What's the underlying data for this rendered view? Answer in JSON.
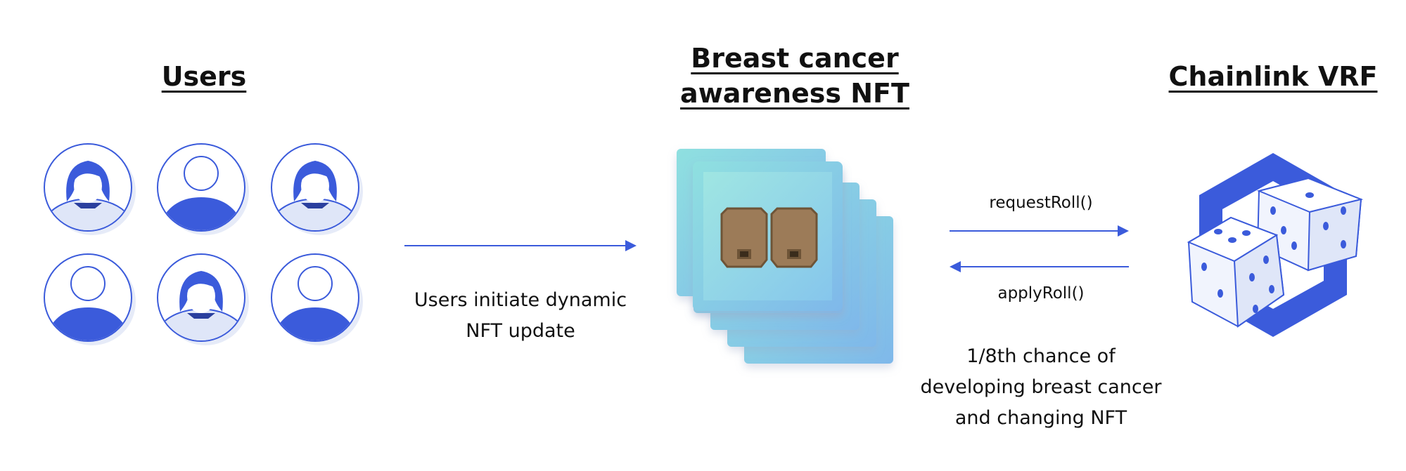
{
  "diagram": {
    "users_title": "Users",
    "nft_title_line1": "Breast cancer",
    "nft_title_line2": "awareness NFT",
    "vrf_title": "Chainlink VRF",
    "users_caption_line1": "Users initiate dynamic",
    "users_caption_line2": "NFT update",
    "request_label": "requestRoll()",
    "apply_label": "applyRoll()",
    "chance_line1": "1/8th chance of",
    "chance_line2": "developing breast cancer",
    "chance_line3": "and changing NFT"
  },
  "colors": {
    "brand_blue": "#3b5bdb",
    "pale_blue": "#dfe6f8",
    "card_cyan": "#8fdde2",
    "card_blue": "#7fb8ea",
    "skin": "#9c7b58"
  },
  "icons": [
    "female-user-icon",
    "male-user-icon",
    "nft-card-stack-icon",
    "chainlink-hexagon-icon",
    "dice-icon"
  ]
}
